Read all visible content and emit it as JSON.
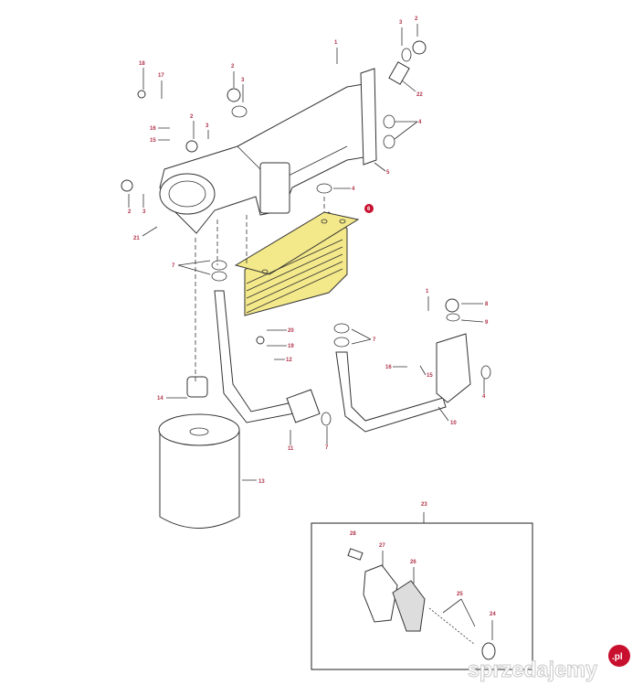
{
  "callouts": [
    {
      "id": "c1",
      "text": "1"
    },
    {
      "id": "c3a",
      "text": "3"
    },
    {
      "id": "c2a",
      "text": "2"
    },
    {
      "id": "c22",
      "text": "22"
    },
    {
      "id": "c18",
      "text": "18"
    },
    {
      "id": "c17",
      "text": "17"
    },
    {
      "id": "c2b",
      "text": "2"
    },
    {
      "id": "c3b",
      "text": "3"
    },
    {
      "id": "c4a",
      "text": "4"
    },
    {
      "id": "c2c",
      "text": "2"
    },
    {
      "id": "c3c",
      "text": "3"
    },
    {
      "id": "c16a",
      "text": "16"
    },
    {
      "id": "c15a",
      "text": "15"
    },
    {
      "id": "c5",
      "text": "5"
    },
    {
      "id": "c4b",
      "text": "4"
    },
    {
      "id": "c6",
      "text": "6"
    },
    {
      "id": "c2d",
      "text": "2"
    },
    {
      "id": "c3d",
      "text": "3"
    },
    {
      "id": "c21",
      "text": "21"
    },
    {
      "id": "c7a",
      "text": "7"
    },
    {
      "id": "c20",
      "text": "20"
    },
    {
      "id": "c19",
      "text": "19"
    },
    {
      "id": "c12",
      "text": "12"
    },
    {
      "id": "c14",
      "text": "14"
    },
    {
      "id": "c11",
      "text": "11"
    },
    {
      "id": "c7b",
      "text": "7"
    },
    {
      "id": "c13",
      "text": "13"
    },
    {
      "id": "c7c",
      "text": "7"
    },
    {
      "id": "c1b",
      "text": "1"
    },
    {
      "id": "c8",
      "text": "8"
    },
    {
      "id": "c9",
      "text": "9"
    },
    {
      "id": "c15b",
      "text": "15"
    },
    {
      "id": "c16b",
      "text": "16"
    },
    {
      "id": "c4c",
      "text": "4"
    },
    {
      "id": "c10",
      "text": "10"
    },
    {
      "id": "c23",
      "text": "23"
    },
    {
      "id": "c28",
      "text": "28"
    },
    {
      "id": "c27",
      "text": "27"
    },
    {
      "id": "c26",
      "text": "26"
    },
    {
      "id": "c25",
      "text": "25"
    },
    {
      "id": "c24",
      "text": "24"
    }
  ],
  "highlight_color": "#f3e88a",
  "accent_color": "#c8102e",
  "watermark": {
    "text": "sprzedajemy",
    "badge": ".pl"
  }
}
